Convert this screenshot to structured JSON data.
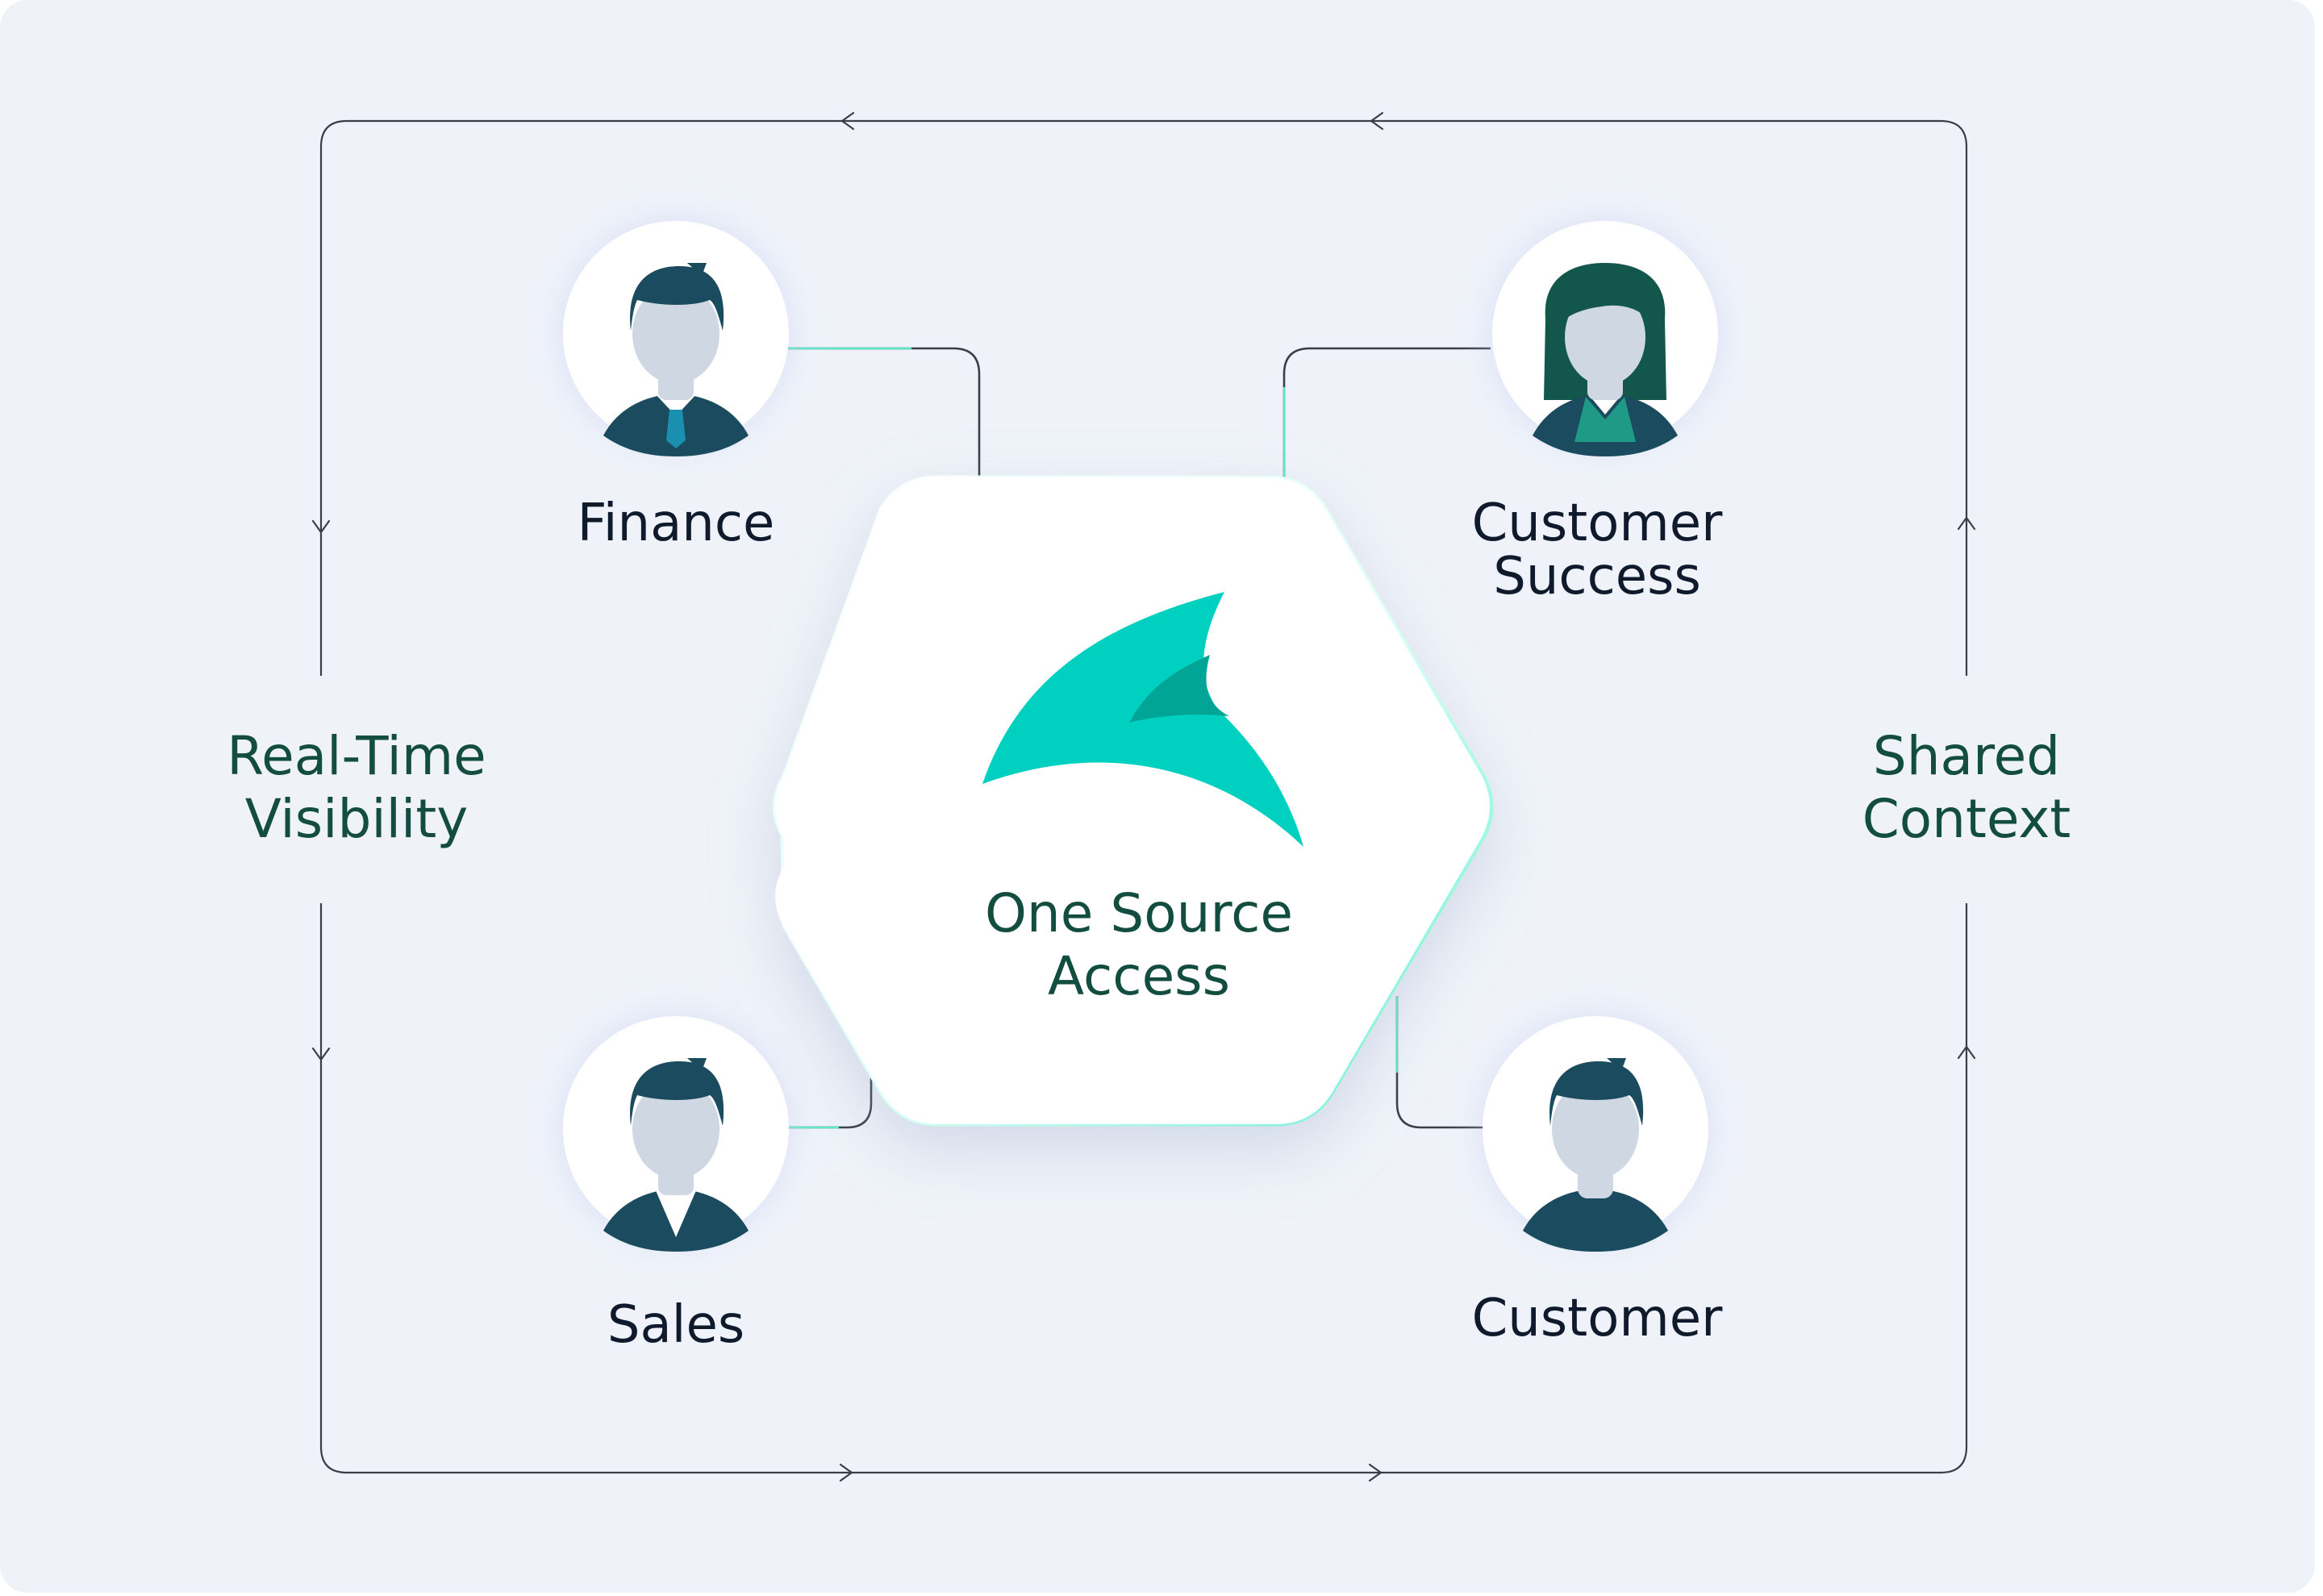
{
  "center": {
    "line1": "One Source",
    "line2": "Access",
    "logo_icon": "fin-logo-icon"
  },
  "roles": {
    "finance": {
      "label": "Finance",
      "icon": "person-suit-tie-icon"
    },
    "customer_success": {
      "line1": "Customer",
      "line2": "Success",
      "icon": "person-woman-icon"
    },
    "sales": {
      "label": "Sales",
      "icon": "person-suit-icon"
    },
    "customer": {
      "label": "Customer",
      "icon": "person-casual-icon"
    }
  },
  "left_label": {
    "line1": "Real-Time",
    "line2": "Visibility"
  },
  "right_label": {
    "line1": "Shared",
    "line2": "Context"
  },
  "colors": {
    "background": "#eff3f9",
    "teal": "#00d0c0",
    "teal_dark": "#00a596",
    "hair_dark": "#1b4b5e",
    "face": "#cfd7e2",
    "label_green": "#134d3f",
    "text_dark": "#0f1b2d",
    "connector": "#3a3f47"
  }
}
